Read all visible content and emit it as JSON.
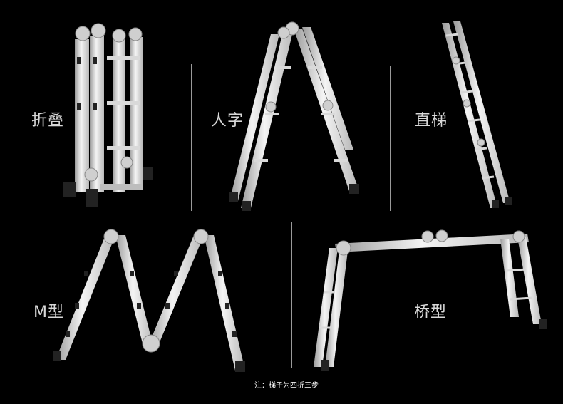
{
  "panels": {
    "folded": {
      "label": "折叠"
    },
    "a_frame": {
      "label": "人字"
    },
    "straight": {
      "label": "直梯"
    },
    "m_shape": {
      "label": "M型"
    },
    "bridge": {
      "label": "桥型"
    }
  },
  "note": "注：梯子为四折三步",
  "colors": {
    "background": "#000000",
    "divider": "#9a9a9a",
    "label": "#d8d8d8",
    "metal": "#e6e6e6"
  }
}
